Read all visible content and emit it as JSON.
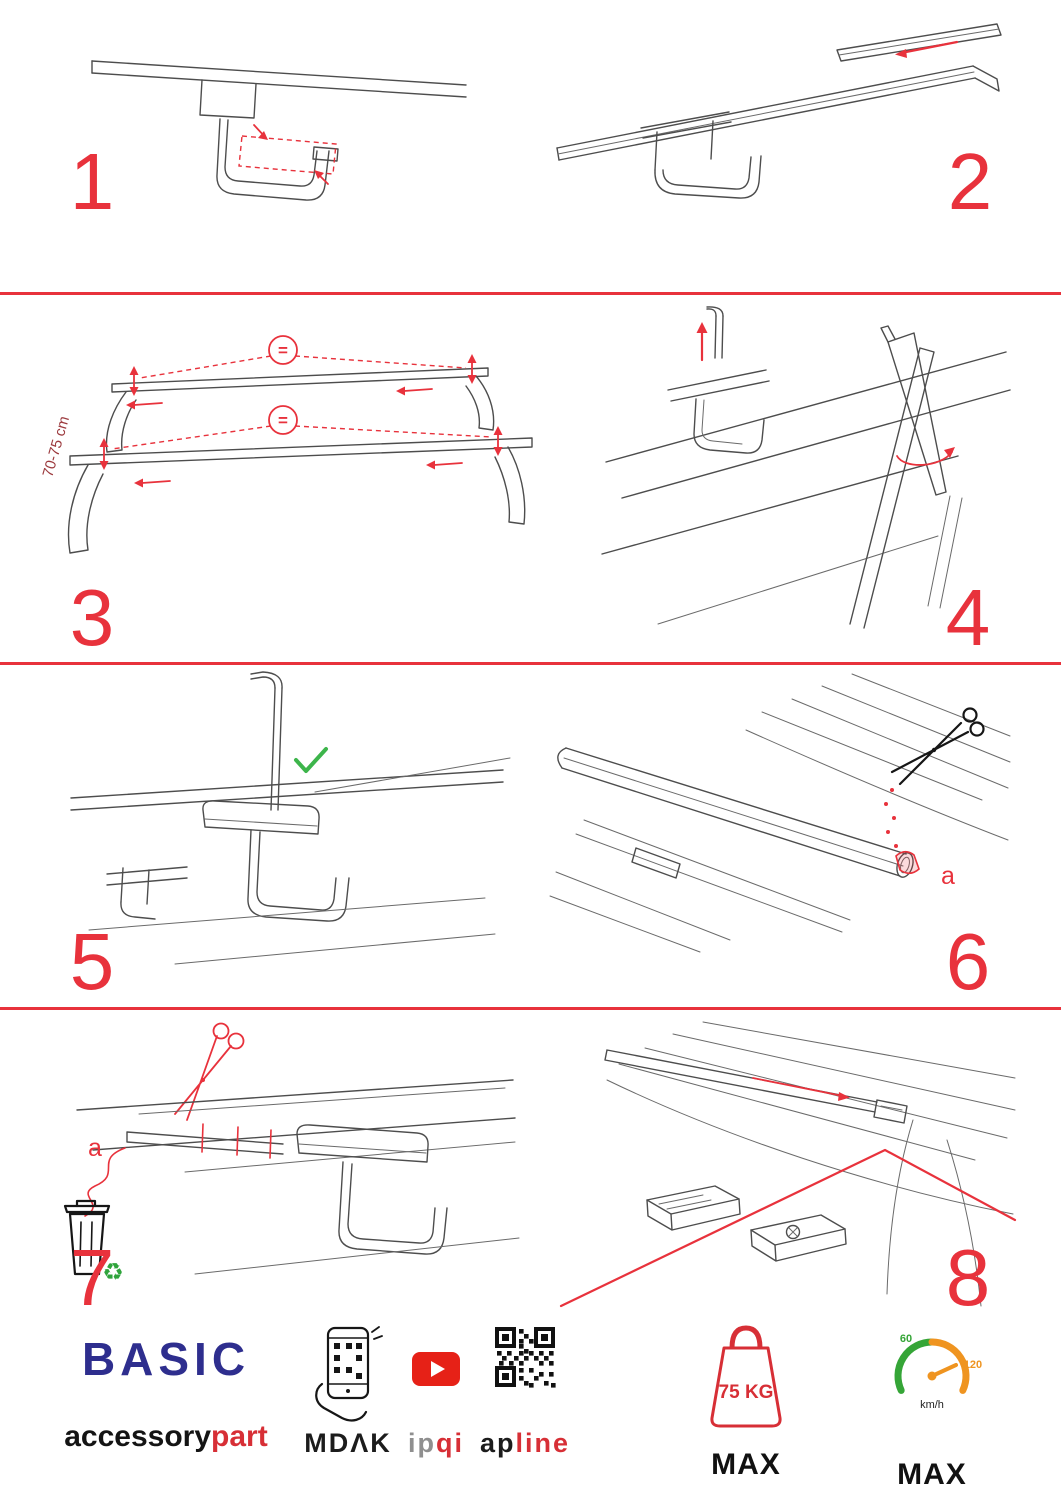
{
  "page": {
    "accent_red": "#e8323c",
    "brand_blue": "#2e2e8e",
    "green": "#3db54b",
    "orange": "#ef9420"
  },
  "steps": [
    {
      "number": "1"
    },
    {
      "number": "2"
    },
    {
      "number": "3",
      "measurement": "70-75 cm",
      "equal_sign": "="
    },
    {
      "number": "4"
    },
    {
      "number": "5"
    },
    {
      "number": "6",
      "part_label": "a"
    },
    {
      "number": "7",
      "part_label": "a"
    },
    {
      "number": "8"
    }
  ],
  "icons": {
    "recycle": "♻"
  },
  "footer": {
    "brand": "BASIC",
    "brand_line2_black": "accessory",
    "brand_line2_red": "part",
    "partner_mdak": "MDΛK",
    "partner_ipqi_gray": "ip",
    "partner_ipqi_red": "qi",
    "partner_apline_black": "ap",
    "partner_apline_red": "line",
    "weight_label": "75 KG",
    "weight_max": "MAX",
    "speed_min": "60",
    "speed_peak": "120",
    "speed_unit": "km/h",
    "speed_max": "MAX"
  }
}
